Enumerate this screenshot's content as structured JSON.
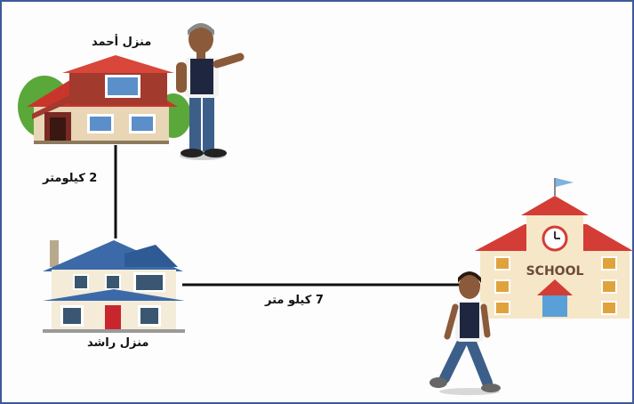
{
  "labels": {
    "ahmed_house": "منزل أحمد",
    "rashed_house": "منزل راشد",
    "distance_ahmed_rashed": "2 كيلومتر",
    "distance_rashed_school": "7 كيلو متر",
    "school_sign": "SCHOOL"
  },
  "colors": {
    "frame_border": "#3d5a99",
    "route_line": "#111111"
  }
}
